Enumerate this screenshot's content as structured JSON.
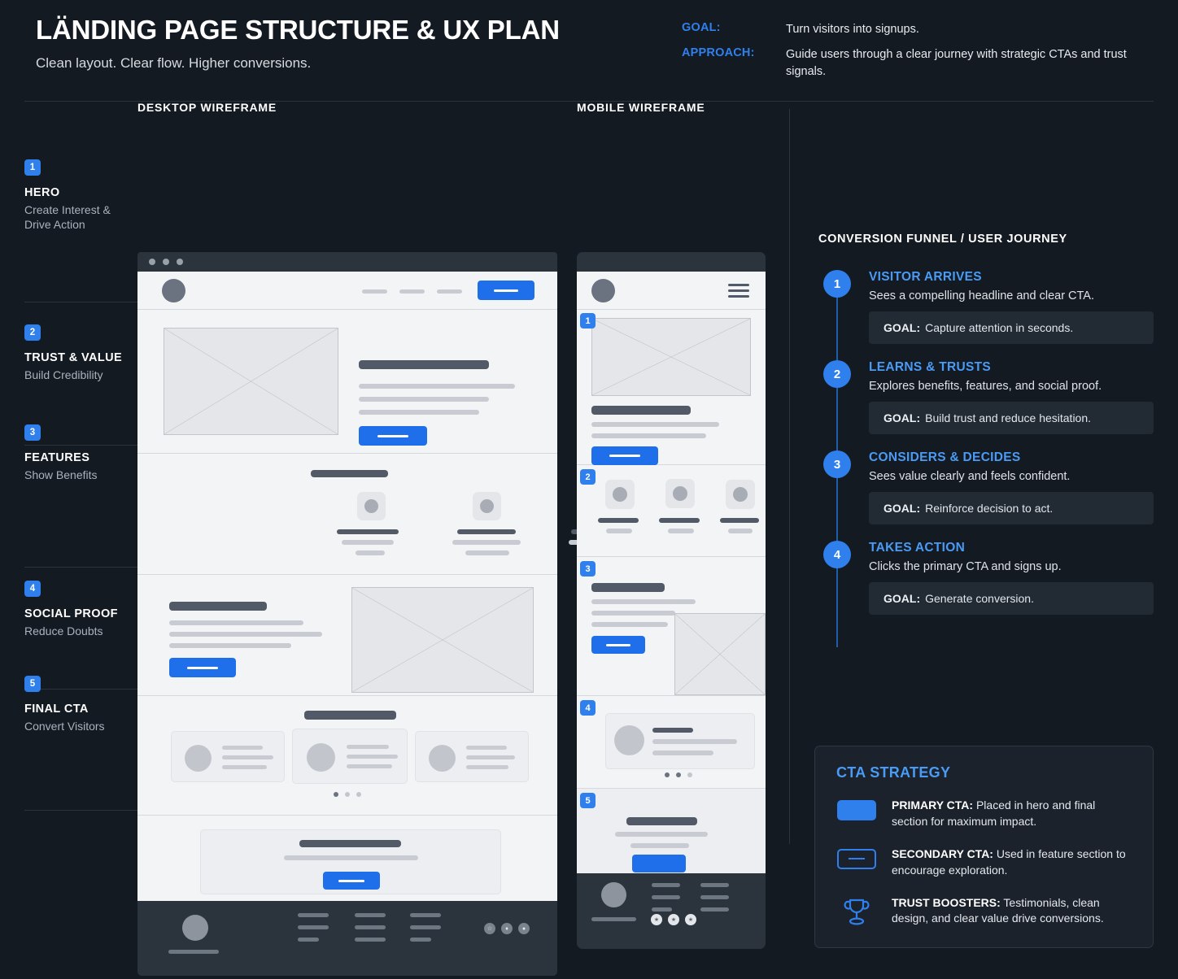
{
  "header": {
    "title": "LÄNDING PAGE STRUCTURE & UX PLAN",
    "subtitle": "Clean layout. Clear flow. Higher conversions.",
    "goal_label": "GOAL:",
    "goal_value": "Turn visitors into signups.",
    "approach_label": "APPROACH:",
    "approach_value": "Guide users through a clear journey with strategic CTAs and trust signals."
  },
  "columns": {
    "desktop": "DESKTOP WIREFRAME",
    "mobile": "MOBILE WIREFRAME",
    "funnel": "CONVERSION FUNNEL / USER JOURNEY"
  },
  "sections": [
    {
      "num": "1",
      "title": "HERO",
      "sub": "Create Interest & Drive Action"
    },
    {
      "num": "2",
      "title": "TRUST & VALUE",
      "sub": "Build Credibility"
    },
    {
      "num": "3",
      "title": "FEATURES",
      "sub": "Show Benefits"
    },
    {
      "num": "4",
      "title": "SOCIAL PROOF",
      "sub": "Reduce Doubts"
    },
    {
      "num": "5",
      "title": "FINAL CTA",
      "sub": "Convert Visitors"
    }
  ],
  "mobile_badges": [
    "1",
    "2",
    "3",
    "4",
    "5"
  ],
  "funnel": [
    {
      "num": "1",
      "title": "VISITOR ARRIVES",
      "desc": "Sees a compelling headline and clear CTA.",
      "goal_label": "GOAL:",
      "goal_text": "Capture attention in seconds."
    },
    {
      "num": "2",
      "title": "LEARNS & TRUSTS",
      "desc": "Explores benefits, features, and social proof.",
      "goal_label": "GOAL:",
      "goal_text": "Build trust and reduce hesitation."
    },
    {
      "num": "3",
      "title": "CONSIDERS & DECIDES",
      "desc": "Sees value clearly and feels confident.",
      "goal_label": "GOAL:",
      "goal_text": "Reinforce decision to act."
    },
    {
      "num": "4",
      "title": "TAKES ACTION",
      "desc": "Clicks the primary CTA and signs up.",
      "goal_label": "GOAL:",
      "goal_text": "Generate conversion."
    }
  ],
  "cta_strategy": {
    "title": "CTA STRATEGY",
    "items": [
      {
        "icon": "primary-cta-swatch",
        "label": "PRIMARY CTA:",
        "text": " Placed in hero and final section for maximum impact."
      },
      {
        "icon": "secondary-cta-swatch",
        "label": "SECONDARY CTA:",
        "text": " Used in feature section to encourage exploration."
      },
      {
        "icon": "trophy-icon",
        "label": "TRUST BOOSTERS:",
        "text": " Testimonials, clean design, and clear value drive conversions."
      }
    ]
  },
  "colors": {
    "background": "#141a22",
    "accent_blue": "#2f80ed",
    "light_blue": "#4a9bf5",
    "panel": "#1b222b",
    "wireframe_bg": "#f3f4f6",
    "wireframe_dark": "#2b333d"
  }
}
